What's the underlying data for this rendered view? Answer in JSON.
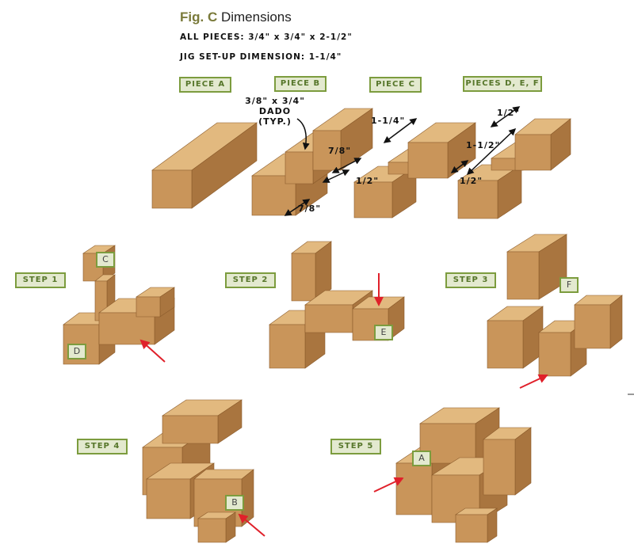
{
  "figure": {
    "label": "Fig. C",
    "title": "Dimensions"
  },
  "notes": [
    "ALL PIECES: 3/4\" x 3/4\" x 2-1/2\"",
    "JIG SET-UP DIMENSION: 1-1/4\""
  ],
  "pieces": [
    "PIECE A",
    "PIECE B",
    "PIECE C",
    "PIECES D, E, F"
  ],
  "dimensions": {
    "dado_1": "3/8\" x 3/4\"",
    "dado_2": "DADO",
    "dado_3": "(TYP.)",
    "b_7_8_top": "7/8\"",
    "b_7_8_bottom": "7/8\"",
    "c_1_1_4": "1-1/4\"",
    "c_1_2": "1/2\"",
    "d_1_1_2": "1-1/2\"",
    "d_1_2_top": "1/2\"",
    "d_1_2_bottom": "1/2\""
  },
  "steps": [
    "STEP 1",
    "STEP 2",
    "STEP 3",
    "STEP 4",
    "STEP 5"
  ],
  "part_letters": {
    "step1_c": "C",
    "step1_d": "D",
    "step2_e": "E",
    "step3_f": "F",
    "step4_b": "B",
    "step5_a": "A"
  },
  "colors": {
    "label_border": "#7c9c3e",
    "label_fill": "#e3e9cf",
    "arrow": "#e0202a",
    "wood": "#c8955a"
  }
}
